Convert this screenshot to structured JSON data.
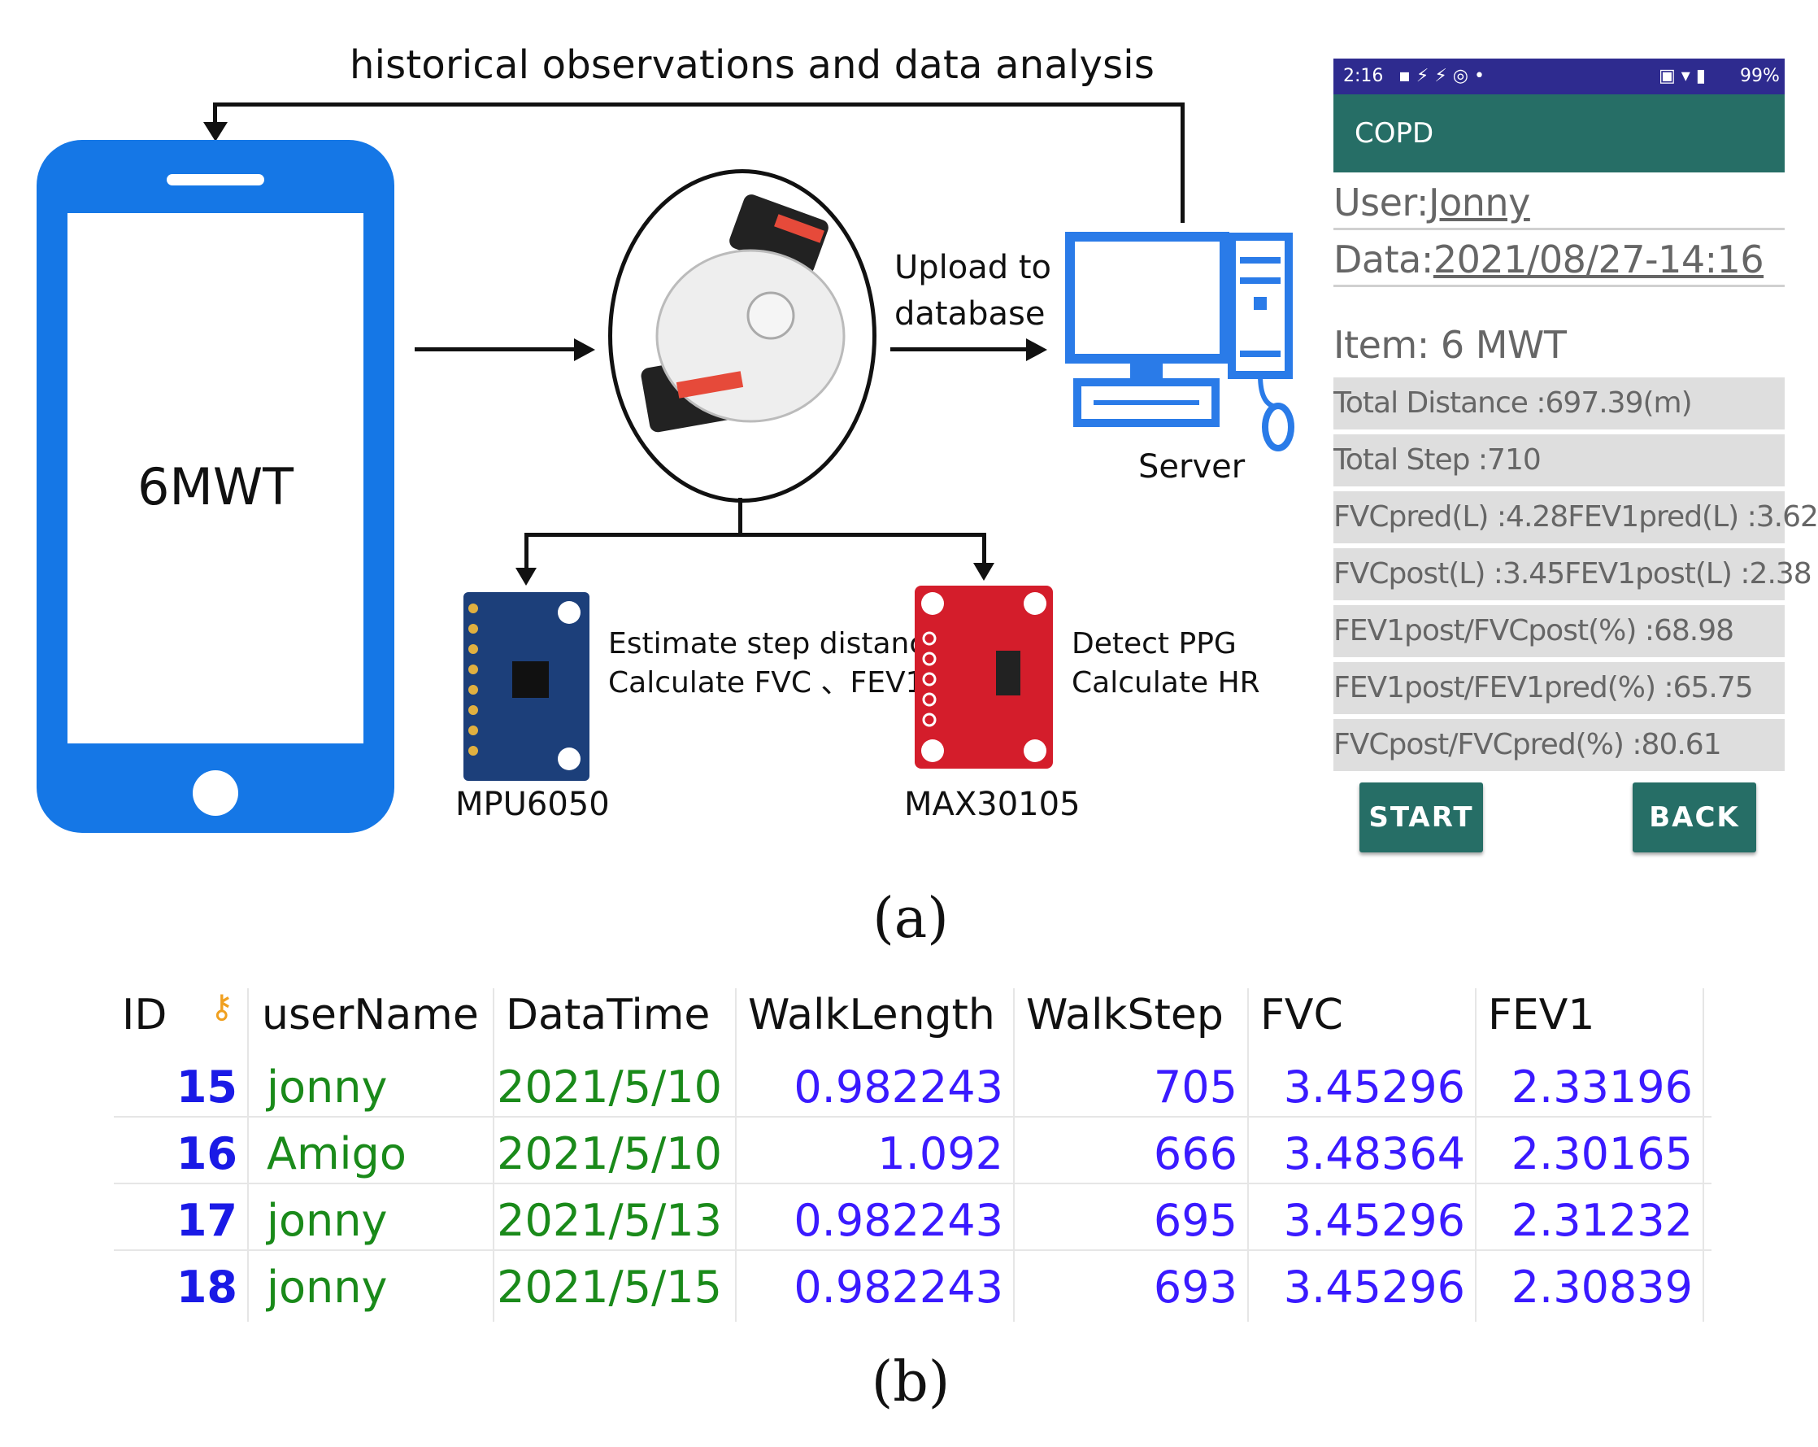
{
  "diagram": {
    "top_label": "historical observations and data analysis",
    "phone_label": "6MWT",
    "upload_label_1": "Upload to",
    "upload_label_2": "database",
    "server_label": "Server",
    "sensor1_desc_1": "Estimate step distance",
    "sensor1_desc_2": "Calculate FVC 、FEV1",
    "sensor1_name": "MPU6050",
    "sensor2_desc_1": "Detect PPG",
    "sensor2_desc_2": "Calculate HR",
    "sensor2_name": "MAX30105",
    "caption_a": "(a)",
    "caption_b": "(b)"
  },
  "app": {
    "status_time": "2:16",
    "status_battery": "99%",
    "title": "COPD",
    "user_label": "User:",
    "user_value": "Jonny",
    "data_label": "Data:",
    "data_value": "2021/08/27-14:16",
    "item": "Item: 6 MWT",
    "rows": [
      "Total Distance :697.39(m)",
      "Total Step :710",
      "FVCpred(L) :4.28FEV1pred(L) :3.62",
      "FVCpost(L) :3.45FEV1post(L) :2.38",
      "FEV1post/FVCpost(%) :68.98",
      "FEV1post/FEV1pred(%) :65.75",
      "FVCpost/FVCpred(%) :80.61"
    ],
    "start_button": "START",
    "back_button": "BACK",
    "colors": {
      "toolbar": "#266e66",
      "statusbar": "#2e2b8f"
    }
  },
  "table": {
    "headers": [
      "ID",
      "userName",
      "DataTime",
      "WalkLength",
      "WalkStep",
      "FVC",
      "FEV1"
    ],
    "rows": [
      [
        "15",
        "jonny",
        "2021/5/10",
        "0.982243",
        "705",
        "3.45296",
        "2.33196"
      ],
      [
        "16",
        "Amigo",
        "2021/5/10",
        "1.092",
        "666",
        "3.48364",
        "2.30165"
      ],
      [
        "17",
        "jonny",
        "2021/5/13",
        "0.982243",
        "695",
        "3.45296",
        "2.31232"
      ],
      [
        "18",
        "jonny",
        "2021/5/15",
        "0.982243",
        "693",
        "3.45296",
        "2.30839"
      ]
    ],
    "colors": {
      "id": "#1a1ae6",
      "text": "#1a8a1a",
      "number": "#3a1aff"
    }
  }
}
